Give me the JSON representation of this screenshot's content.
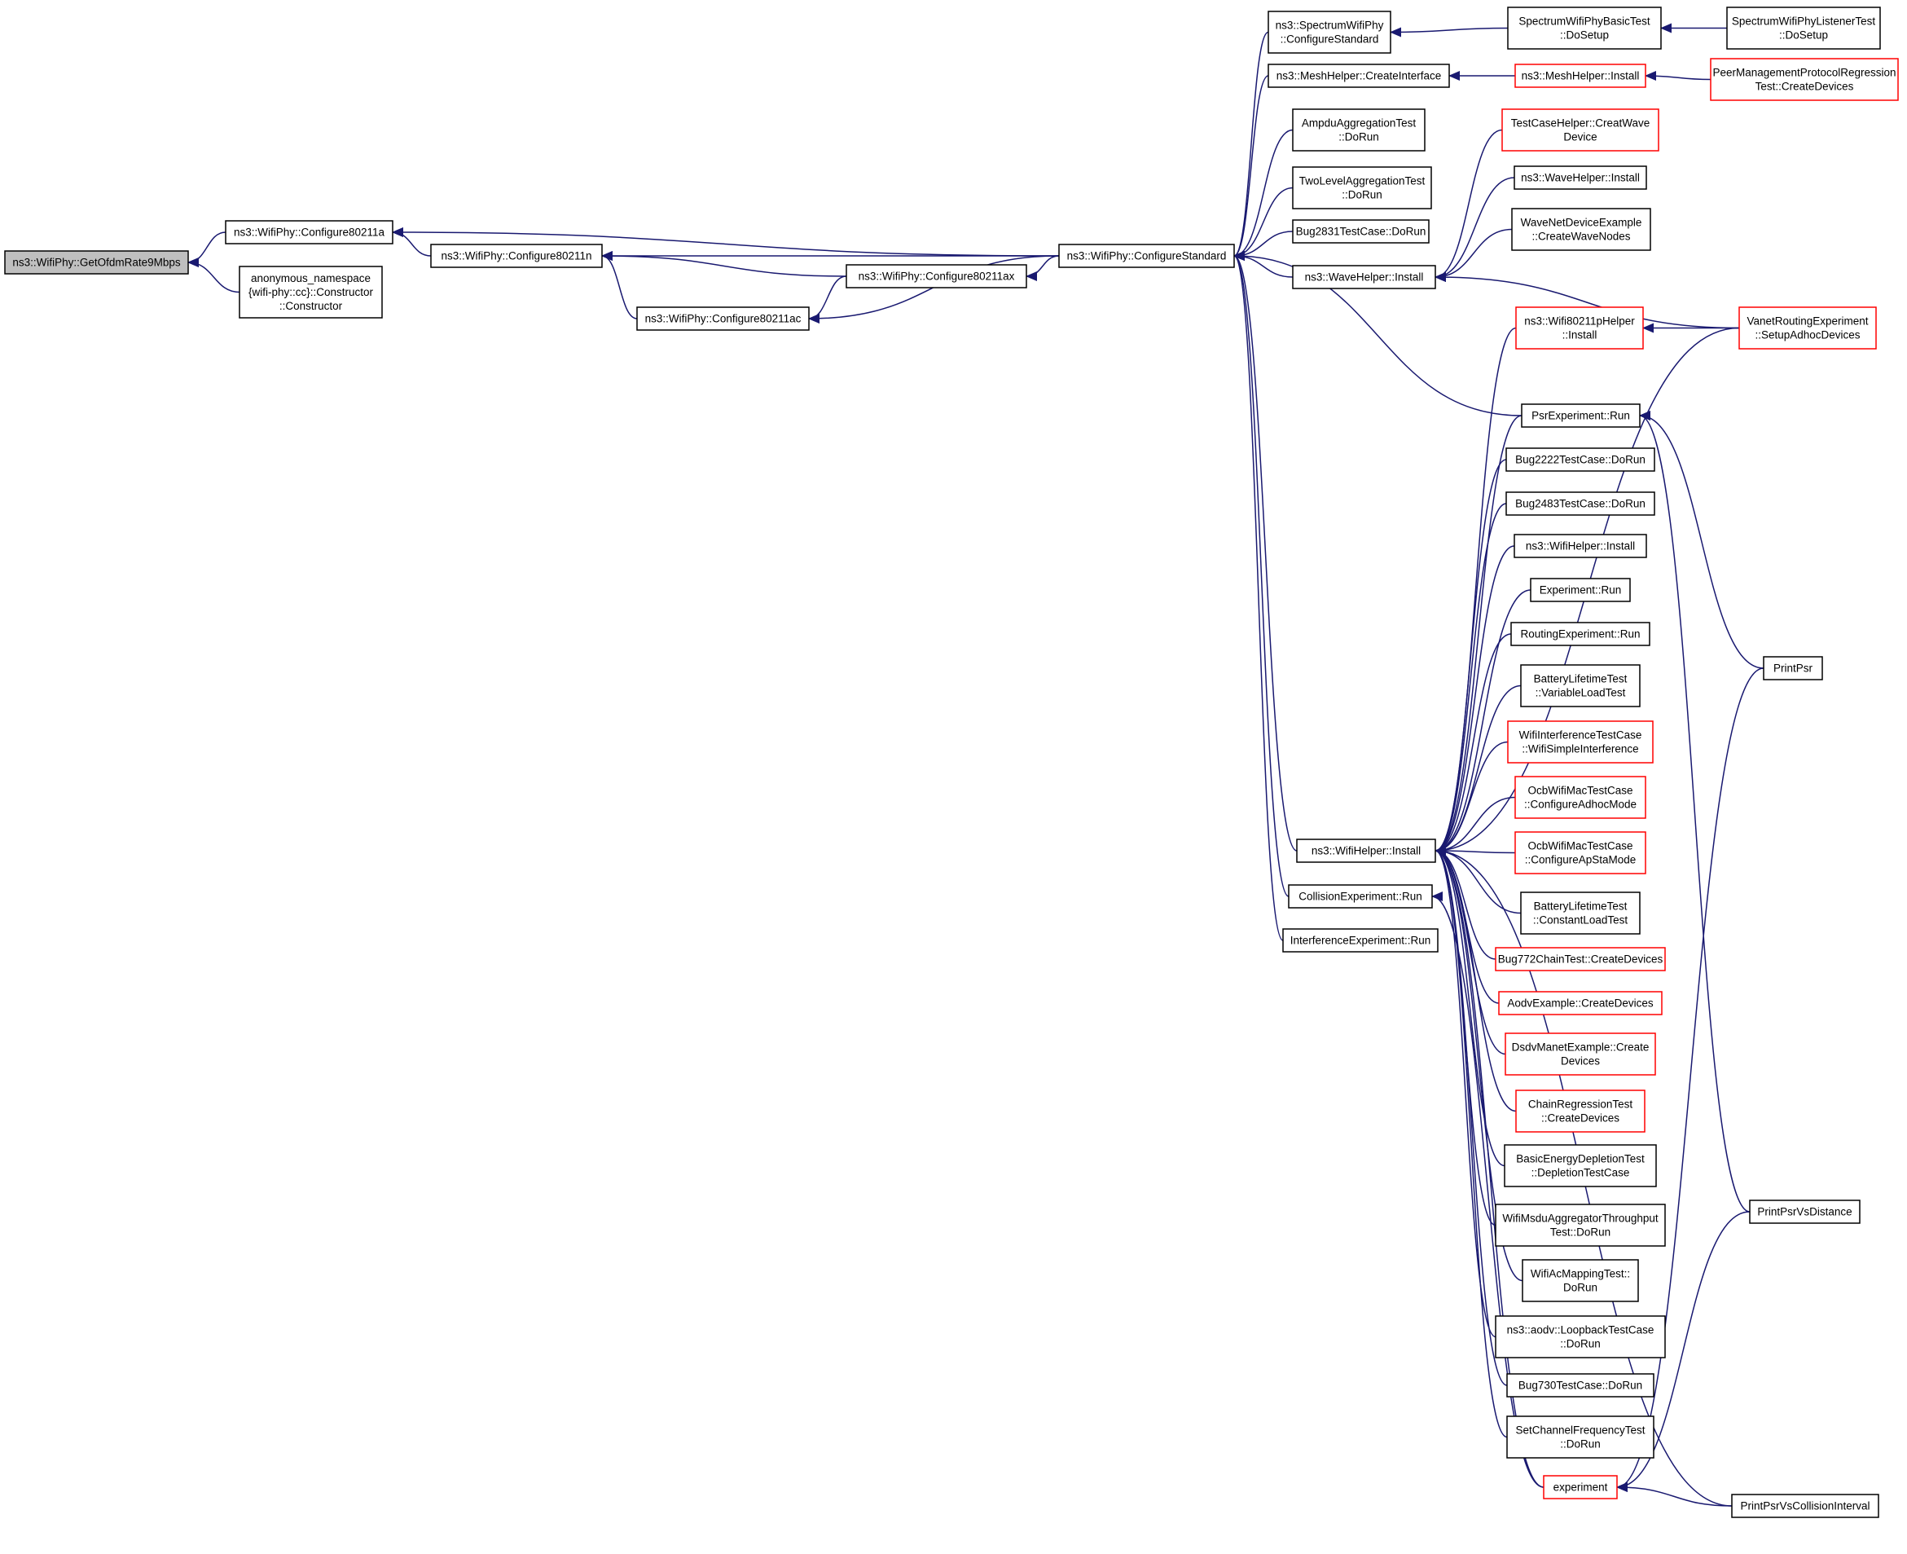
{
  "colors": {
    "edge": "#191970",
    "root_fill": "#bfbfbf",
    "box_border": "#000000",
    "partial_border": "#ff0000",
    "background": "#ffffff"
  },
  "nodes": [
    {
      "id": "n00",
      "lines": [
        "ns3::WifiPhy::GetOfdmRate9Mbps"
      ],
      "style": "root"
    },
    {
      "id": "n01",
      "lines": [
        "ns3::WifiPhy::Configure80211a"
      ],
      "style": "normal"
    },
    {
      "id": "n02",
      "lines": [
        "anonymous_namespace",
        "{wifi-phy::cc}::Constructor",
        "::Constructor"
      ],
      "style": "normal"
    },
    {
      "id": "n03",
      "lines": [
        "ns3::WifiPhy::Configure80211n"
      ],
      "style": "normal"
    },
    {
      "id": "n04",
      "lines": [
        "ns3::WifiPhy::Configure80211ac"
      ],
      "style": "normal"
    },
    {
      "id": "n05",
      "lines": [
        "ns3::WifiPhy::Configure80211ax"
      ],
      "style": "normal"
    },
    {
      "id": "n06",
      "lines": [
        "ns3::WifiPhy::ConfigureStandard"
      ],
      "style": "normal"
    },
    {
      "id": "n07",
      "lines": [
        "ns3::SpectrumWifiPhy",
        "::ConfigureStandard"
      ],
      "style": "normal"
    },
    {
      "id": "n08",
      "lines": [
        "ns3::MeshHelper::CreateInterface"
      ],
      "style": "normal"
    },
    {
      "id": "n09",
      "lines": [
        "AmpduAggregationTest",
        "::DoRun"
      ],
      "style": "normal"
    },
    {
      "id": "n10",
      "lines": [
        "TwoLevelAggregationTest",
        "::DoRun"
      ],
      "style": "normal"
    },
    {
      "id": "n11",
      "lines": [
        "Bug2831TestCase::DoRun"
      ],
      "style": "normal"
    },
    {
      "id": "n12",
      "lines": [
        "ns3::WaveHelper::Install"
      ],
      "style": "normal"
    },
    {
      "id": "n13",
      "lines": [
        "ns3::WifiHelper::Install"
      ],
      "style": "normal"
    },
    {
      "id": "n14",
      "lines": [
        "CollisionExperiment::Run"
      ],
      "style": "normal"
    },
    {
      "id": "n15",
      "lines": [
        "InterferenceExperiment::Run"
      ],
      "style": "normal"
    },
    {
      "id": "n16",
      "lines": [
        "SpectrumWifiPhyBasicTest",
        "::DoSetup"
      ],
      "style": "normal"
    },
    {
      "id": "n17",
      "lines": [
        "SpectrumWifiPhyListenerTest",
        "::DoSetup"
      ],
      "style": "normal"
    },
    {
      "id": "n18",
      "lines": [
        "ns3::MeshHelper::Install"
      ],
      "style": "partial"
    },
    {
      "id": "n19",
      "lines": [
        "PeerManagementProtocolRegression",
        "Test::CreateDevices"
      ],
      "style": "partial"
    },
    {
      "id": "n20",
      "lines": [
        "TestCaseHelper::CreatWave",
        "Device"
      ],
      "style": "partial"
    },
    {
      "id": "n21",
      "lines": [
        "ns3::WaveHelper::Install"
      ],
      "style": "normal"
    },
    {
      "id": "n22",
      "lines": [
        "WaveNetDeviceExample",
        "::CreateWaveNodes"
      ],
      "style": "normal"
    },
    {
      "id": "n23",
      "lines": [
        "ns3::Wifi80211pHelper",
        "::Install"
      ],
      "style": "partial"
    },
    {
      "id": "n24",
      "lines": [
        "VanetRoutingExperiment",
        "::SetupAdhocDevices"
      ],
      "style": "partial"
    },
    {
      "id": "n25",
      "lines": [
        "PsrExperiment::Run"
      ],
      "style": "normal"
    },
    {
      "id": "n26",
      "lines": [
        "Bug2222TestCase::DoRun"
      ],
      "style": "normal"
    },
    {
      "id": "n27",
      "lines": [
        "Bug2483TestCase::DoRun"
      ],
      "style": "normal"
    },
    {
      "id": "n28",
      "lines": [
        "ns3::WifiHelper::Install"
      ],
      "style": "normal"
    },
    {
      "id": "n29",
      "lines": [
        "Experiment::Run"
      ],
      "style": "normal"
    },
    {
      "id": "n30",
      "lines": [
        "RoutingExperiment::Run"
      ],
      "style": "normal"
    },
    {
      "id": "n31",
      "lines": [
        "BatteryLifetimeTest",
        "::VariableLoadTest"
      ],
      "style": "normal"
    },
    {
      "id": "n32",
      "lines": [
        "WifiInterferenceTestCase",
        "::WifiSimpleInterference"
      ],
      "style": "partial"
    },
    {
      "id": "n33",
      "lines": [
        "OcbWifiMacTestCase",
        "::ConfigureAdhocMode"
      ],
      "style": "partial"
    },
    {
      "id": "n34",
      "lines": [
        "OcbWifiMacTestCase",
        "::ConfigureApStaMode"
      ],
      "style": "partial"
    },
    {
      "id": "n35",
      "lines": [
        "BatteryLifetimeTest",
        "::ConstantLoadTest"
      ],
      "style": "normal"
    },
    {
      "id": "n36",
      "lines": [
        "Bug772ChainTest::CreateDevices"
      ],
      "style": "partial"
    },
    {
      "id": "n37",
      "lines": [
        "AodvExample::CreateDevices"
      ],
      "style": "partial"
    },
    {
      "id": "n38",
      "lines": [
        "DsdvManetExample::Create",
        "Devices"
      ],
      "style": "partial"
    },
    {
      "id": "n39",
      "lines": [
        "ChainRegressionTest",
        "::CreateDevices"
      ],
      "style": "partial"
    },
    {
      "id": "n40",
      "lines": [
        "BasicEnergyDepletionTest",
        "::DepletionTestCase"
      ],
      "style": "normal"
    },
    {
      "id": "n41",
      "lines": [
        "WifiMsduAggregatorThroughput",
        "Test::DoRun"
      ],
      "style": "normal"
    },
    {
      "id": "n42",
      "lines": [
        "WifiAcMappingTest::",
        "DoRun"
      ],
      "style": "normal"
    },
    {
      "id": "n43",
      "lines": [
        "ns3::aodv::LoopbackTestCase",
        "::DoRun"
      ],
      "style": "normal"
    },
    {
      "id": "n44",
      "lines": [
        "Bug730TestCase::DoRun"
      ],
      "style": "normal"
    },
    {
      "id": "n45",
      "lines": [
        "SetChannelFrequencyTest",
        "::DoRun"
      ],
      "style": "normal"
    },
    {
      "id": "n46",
      "lines": [
        "experiment"
      ],
      "style": "partial"
    },
    {
      "id": "n47",
      "lines": [
        "PrintPsr"
      ],
      "style": "normal"
    },
    {
      "id": "n48",
      "lines": [
        "PrintPsrVsDistance"
      ],
      "style": "normal"
    },
    {
      "id": "n49",
      "lines": [
        "PrintPsrVsCollisionInterval"
      ],
      "style": "normal"
    }
  ],
  "edges": [
    {
      "from": "n01",
      "to": "n00"
    },
    {
      "from": "n02",
      "to": "n00"
    },
    {
      "from": "n03",
      "to": "n01"
    },
    {
      "from": "n06",
      "to": "n01"
    },
    {
      "from": "n04",
      "to": "n03"
    },
    {
      "from": "n05",
      "to": "n03"
    },
    {
      "from": "n06",
      "to": "n03"
    },
    {
      "from": "n05",
      "to": "n04"
    },
    {
      "from": "n06",
      "to": "n04"
    },
    {
      "from": "n06",
      "to": "n05"
    },
    {
      "from": "n07",
      "to": "n06"
    },
    {
      "from": "n08",
      "to": "n06"
    },
    {
      "from": "n09",
      "to": "n06"
    },
    {
      "from": "n10",
      "to": "n06"
    },
    {
      "from": "n11",
      "to": "n06"
    },
    {
      "from": "n12",
      "to": "n06"
    },
    {
      "from": "n13",
      "to": "n06"
    },
    {
      "from": "n14",
      "to": "n06"
    },
    {
      "from": "n15",
      "to": "n06"
    },
    {
      "from": "n25",
      "to": "n06"
    },
    {
      "from": "n16",
      "to": "n07"
    },
    {
      "from": "n17",
      "to": "n16"
    },
    {
      "from": "n18",
      "to": "n08"
    },
    {
      "from": "n19",
      "to": "n18"
    },
    {
      "from": "n20",
      "to": "n12"
    },
    {
      "from": "n21",
      "to": "n12"
    },
    {
      "from": "n22",
      "to": "n12"
    },
    {
      "from": "n24",
      "to": "n12"
    },
    {
      "from": "n24",
      "to": "n23"
    },
    {
      "from": "n23",
      "to": "n13"
    },
    {
      "from": "n24",
      "to": "n13"
    },
    {
      "from": "n25",
      "to": "n13"
    },
    {
      "from": "n26",
      "to": "n13"
    },
    {
      "from": "n27",
      "to": "n13"
    },
    {
      "from": "n28",
      "to": "n13"
    },
    {
      "from": "n29",
      "to": "n13"
    },
    {
      "from": "n30",
      "to": "n13"
    },
    {
      "from": "n31",
      "to": "n13"
    },
    {
      "from": "n32",
      "to": "n13"
    },
    {
      "from": "n33",
      "to": "n13"
    },
    {
      "from": "n34",
      "to": "n13"
    },
    {
      "from": "n35",
      "to": "n13"
    },
    {
      "from": "n36",
      "to": "n13"
    },
    {
      "from": "n37",
      "to": "n13"
    },
    {
      "from": "n38",
      "to": "n13"
    },
    {
      "from": "n39",
      "to": "n13"
    },
    {
      "from": "n40",
      "to": "n13"
    },
    {
      "from": "n41",
      "to": "n13"
    },
    {
      "from": "n42",
      "to": "n13"
    },
    {
      "from": "n43",
      "to": "n13"
    },
    {
      "from": "n44",
      "to": "n13"
    },
    {
      "from": "n45",
      "to": "n13"
    },
    {
      "from": "n46",
      "to": "n13"
    },
    {
      "from": "n49",
      "to": "n13"
    },
    {
      "from": "n46",
      "to": "n14"
    },
    {
      "from": "n47",
      "to": "n25"
    },
    {
      "from": "n48",
      "to": "n25"
    },
    {
      "from": "n47",
      "to": "n46"
    },
    {
      "from": "n48",
      "to": "n46"
    },
    {
      "from": "n49",
      "to": "n46"
    }
  ]
}
